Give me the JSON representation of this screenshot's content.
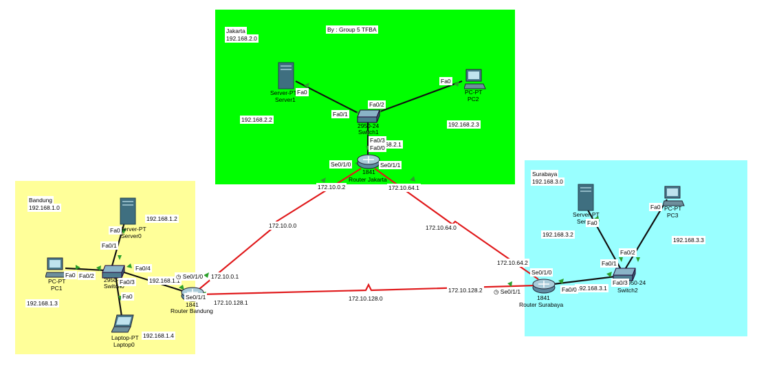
{
  "areas": {
    "jakarta": {
      "name": "Jakarta",
      "network": "192.168.2.0",
      "color": "#00ff00"
    },
    "bandung": {
      "name": "Bandung",
      "network": "192.168.1.0",
      "color": "#ffff99"
    },
    "surabaya": {
      "name": "Surabaya",
      "network": "192.168.3.0",
      "color": "#99ffff"
    }
  },
  "credit": "By : Group 5 TFBA",
  "colors": {
    "serial_link": "#e0191b",
    "ethernet_link": "#111111",
    "port_indicator": "#2ca02c"
  },
  "devices": {
    "server1": {
      "model": "Server-PT",
      "name": "Server1",
      "icon": "server-icon"
    },
    "pc2": {
      "model": "PC-PT",
      "name": "PC2",
      "icon": "pc-icon"
    },
    "switch1": {
      "model": "2950-24",
      "name": "Switch1",
      "icon": "switch-icon"
    },
    "router_jakarta": {
      "model": "1841",
      "name": "Router Jakarta",
      "icon": "router-icon"
    },
    "server0": {
      "model": "Server-PT",
      "name": "Server0",
      "icon": "server-icon"
    },
    "pc1": {
      "model": "PC-PT",
      "name": "PC1",
      "icon": "pc-icon"
    },
    "switch0": {
      "model": "2950-24",
      "name": "Switch0",
      "icon": "switch-icon"
    },
    "laptop0": {
      "model": "Laptop-PT",
      "name": "Laptop0",
      "icon": "laptop-icon"
    },
    "router_bandung": {
      "model": "1841",
      "name": "Router Bandung",
      "icon": "router-icon"
    },
    "server_surabaya": {
      "model": "Server-PT",
      "name": "Server",
      "icon": "server-icon"
    },
    "pc3": {
      "model": "PC-PT",
      "name": "PC3",
      "icon": "pc-icon"
    },
    "switch2": {
      "model": "2950-24",
      "name": "Switch2",
      "icon": "switch-icon"
    },
    "router_surabaya": {
      "model": "1841",
      "name": "Router Surabaya",
      "icon": "router-icon"
    }
  },
  "ip_labels": {
    "server1": "192.168.2.2",
    "pc2": "192.168.2.3",
    "rj_gateway": "192.168.2.1",
    "server0": "192.168.1.2",
    "pc1": "192.168.1.3",
    "laptop0": "192.168.1.4",
    "rb_gateway": "192.168.1.1",
    "server_surabaya": "192.168.3.2",
    "pc3": "192.168.3.3",
    "rs_gateway": "192.168.3.1",
    "net_jb": "172.10.0.0",
    "rj_jb": "172.10.0.2",
    "rb_jb": "172.10.0.1",
    "net_js": "172.10.64.0",
    "rj_js": "172.10.64.1",
    "rs_js": "172.10.64.2",
    "net_bs": "172.10.128.0",
    "rb_bs": "172.10.128.1",
    "rs_bs": "172.10.128.2"
  },
  "ports": {
    "server1_fa0": "Fa0",
    "sw1_fa01": "Fa0/1",
    "sw1_fa02": "Fa0/2",
    "pc2_fa0": "Fa0",
    "sw1_fa03": "Fa0/3",
    "rj_fa00": "Fa0/0",
    "rj_se010": "Se0/1/0",
    "rj_se011": "Se0/1/1",
    "server0_fa0": "Fa0",
    "sw0_fa01": "Fa0/1",
    "pc1_fa0": "Fa0",
    "sw0_fa02": "Fa0/2",
    "sw0_fa04": "Fa0/4",
    "sw0_fa03": "Fa0/3",
    "laptop0_fa0": "Fa0",
    "rb_se010": "Se0/1/0",
    "rb_se011": "Se0/1/1",
    "server2_fa0": "Fa0",
    "pc3_fa0": "Fa0",
    "sw2_fa01": "Fa0/1",
    "sw2_fa02": "Fa0/2",
    "sw2_fa03": "Fa0/3",
    "rs_fa00": "Fa0/0",
    "rs_se010": "Se0/1/0",
    "rs_se011": "Se0/1/1"
  }
}
